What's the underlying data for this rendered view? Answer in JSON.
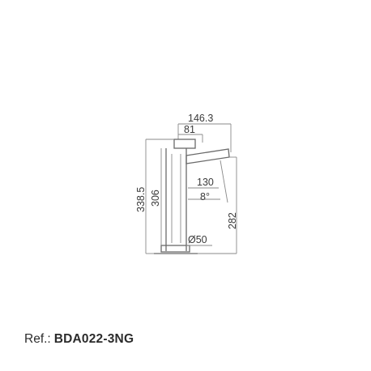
{
  "dimensions": {
    "total_reach": "146.3",
    "body_offset": "81",
    "spout_length": "130",
    "spout_angle": "8°",
    "overall_height": "338.5",
    "body_height": "306",
    "spout_height": "282",
    "diameter": "Ø50"
  },
  "reference": {
    "label": "Ref.:",
    "code": "BDA022-3NG"
  },
  "colors": {
    "line": "#8a8a8a",
    "text": "#3a3a3a"
  }
}
